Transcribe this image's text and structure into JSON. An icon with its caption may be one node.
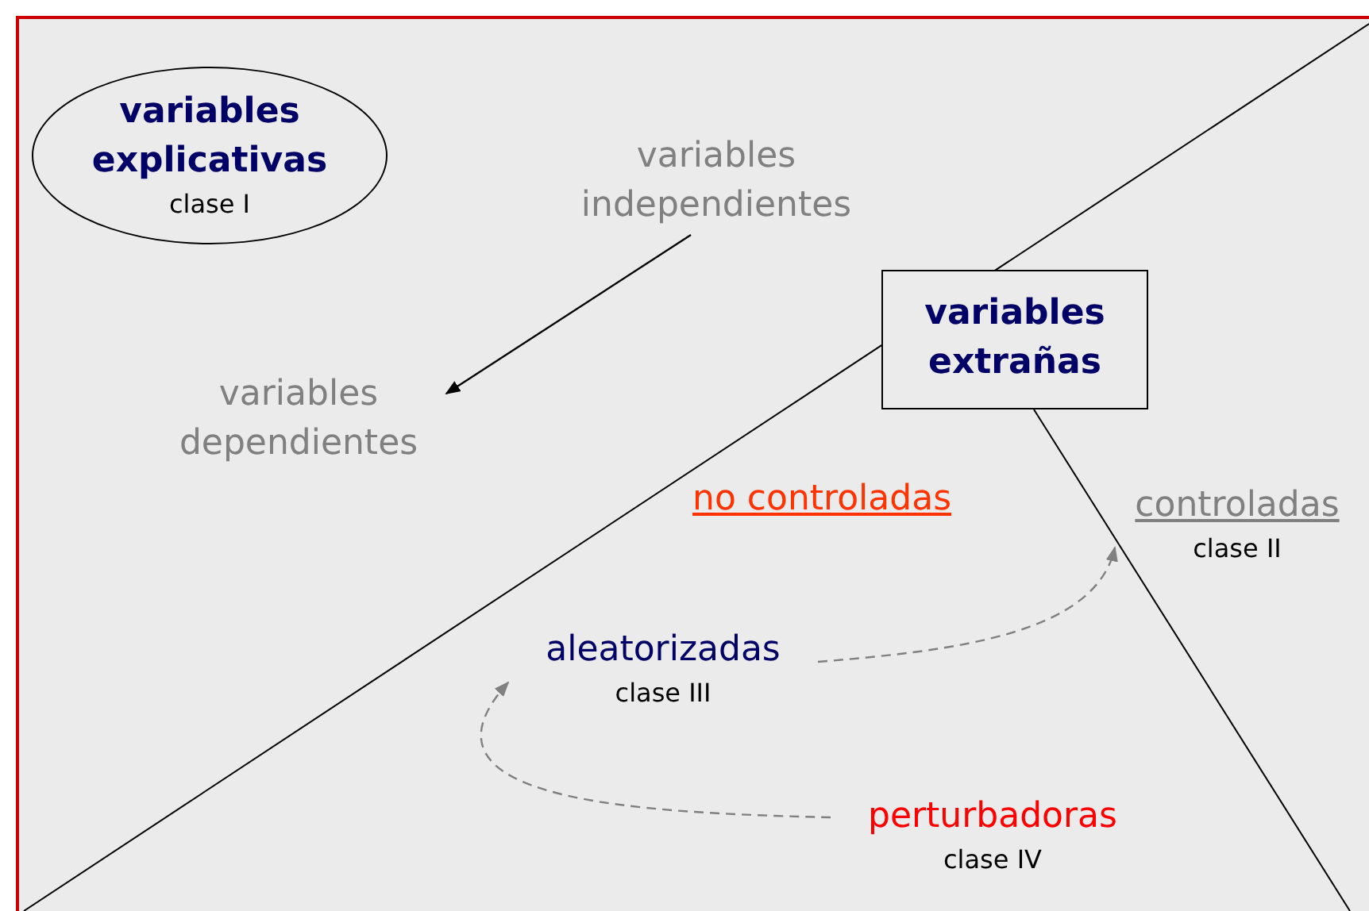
{
  "diagram": {
    "nodes": [
      {
        "text": [
          "variables explicativas",
          "clase I"
        ]
      },
      {
        "text": [
          "variables independientes"
        ]
      },
      {
        "text": [
          "variables dependientes"
        ]
      },
      {
        "text": [
          "variables extrañas"
        ]
      },
      {
        "text": [
          "controladas",
          "clase II"
        ]
      },
      {
        "text": [
          "aleatorizadas",
          "clase III"
        ]
      },
      {
        "text": [
          "perturbadoras",
          "clase IV"
        ]
      }
    ],
    "edges": [
      {
        "from": 1,
        "to": 2,
        "arrow": "to",
        "color": "#000000"
      },
      {
        "from": 5,
        "to": 4,
        "arrow": "to",
        "style": "dashed",
        "color": "#808080"
      },
      {
        "from": 6,
        "to": 5,
        "arrow": "to",
        "style": "dashed",
        "color": "#808080"
      }
    ],
    "labels": [
      "no controladas"
    ]
  }
}
